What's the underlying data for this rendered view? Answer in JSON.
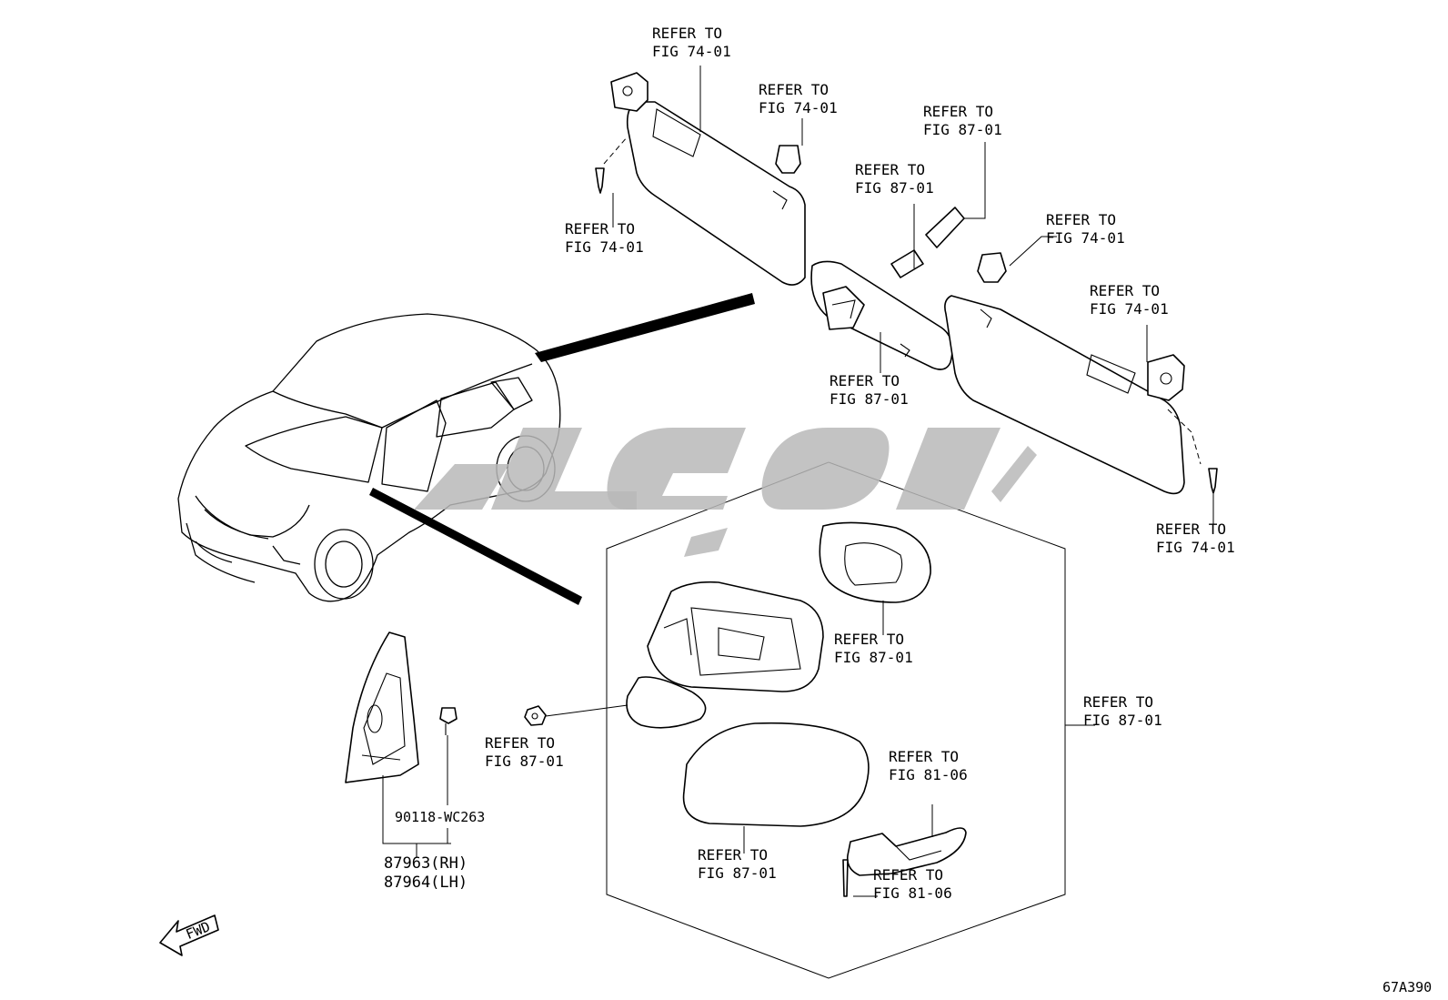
{
  "diagram": {
    "figure_code": "67A390",
    "fwd_label": "FWD",
    "part_numbers": {
      "clip": "90118-WC263",
      "rh": "87963(RH)",
      "lh": "87964(LH)"
    },
    "refer_line1": "REFER TO",
    "callouts": [
      {
        "id": "visor-top-left",
        "fig": "FIG 74-01"
      },
      {
        "id": "visor-clip-left",
        "fig": "FIG 74-01"
      },
      {
        "id": "visor-screw-left",
        "fig": "FIG 74-01"
      },
      {
        "id": "mirror-cover",
        "fig": "FIG 87-01"
      },
      {
        "id": "mirror-bracket",
        "fig": "FIG 87-01"
      },
      {
        "id": "inner-mirror",
        "fig": "FIG 87-01"
      },
      {
        "id": "visor-clip-right",
        "fig": "FIG 74-01"
      },
      {
        "id": "visor-top-right",
        "fig": "FIG 74-01"
      },
      {
        "id": "visor-screw-right",
        "fig": "FIG 74-01"
      },
      {
        "id": "mirror-glass",
        "fig": "FIG 87-01"
      },
      {
        "id": "outer-mirror-assy",
        "fig": "FIG 87-01"
      },
      {
        "id": "mirror-nut",
        "fig": "FIG 87-01"
      },
      {
        "id": "mirror-cap",
        "fig": "FIG 87-01"
      },
      {
        "id": "side-turn-lamp",
        "fig": "FIG 81-06"
      },
      {
        "id": "side-turn-lamp-screw",
        "fig": "FIG 81-06"
      }
    ]
  }
}
